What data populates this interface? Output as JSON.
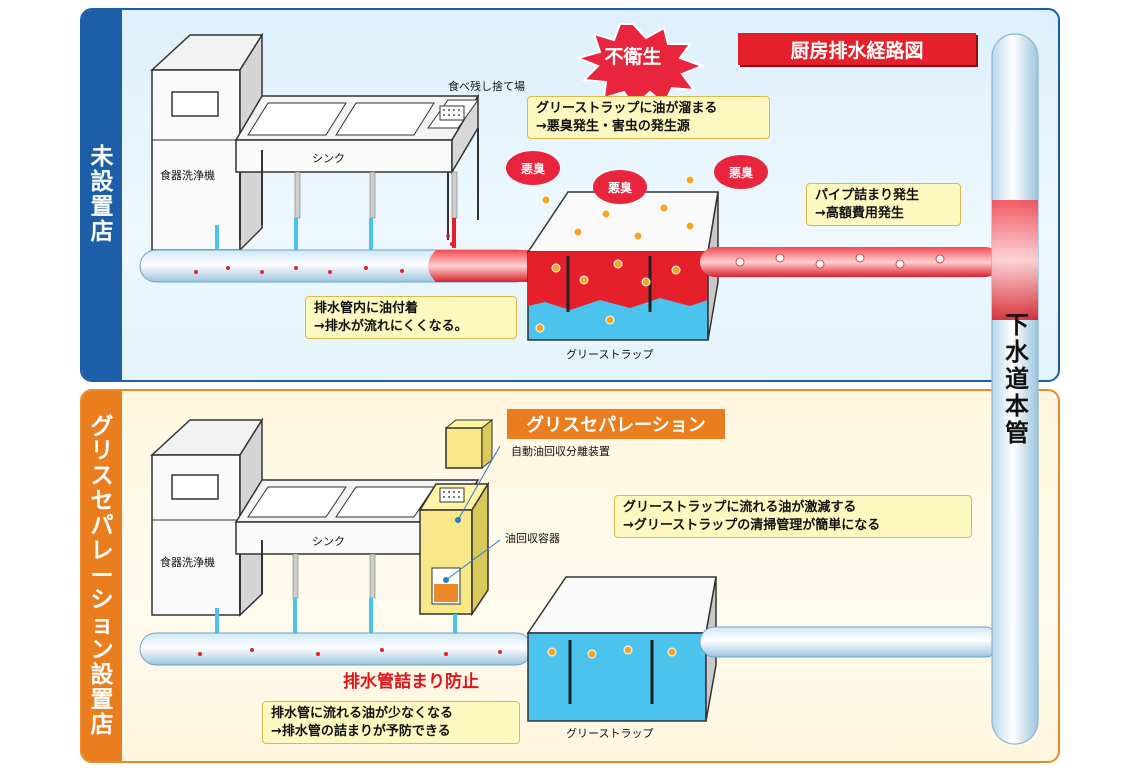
{
  "top_panel": {
    "side_label": "未設置店",
    "title": "厨房排水経路図",
    "burst": "不衛生",
    "smell_label": "悪臭",
    "dishwasher": "食器洗浄機",
    "sink": "シンク",
    "waste": "食べ残し捨て場",
    "grease_trap": "グリーストラップ",
    "note_trap": [
      "グリーストラップに油が溜まる",
      "→悪臭発生・害虫の発生源"
    ],
    "note_pipe": [
      "パイプ詰まり発生",
      "→高額費用発生"
    ],
    "note_drain": [
      "排水管内に油付着",
      "→排水が流れにくくなる。"
    ]
  },
  "bottom_panel": {
    "side_label": "グリスセパレーション設置店",
    "badge": "グリスセパレーション",
    "device": "自動油回収分離装置",
    "container": "油回収容器",
    "dishwasher": "食器洗浄機",
    "sink": "シンク",
    "grease_trap": "グリーストラップ",
    "note_trap": [
      "グリーストラップに流れる油が激減する",
      "→グリーストラップの清掃管理が簡単になる"
    ],
    "prevent": "排水管詰まり防止",
    "note_drain": [
      "排水管に流れる油が少なくなる",
      "→排水管の詰まりが予防できる"
    ]
  },
  "main_pipe": "下水道本管",
  "colors": {
    "blue": "#1c5fa8",
    "orange": "#ea7e1f",
    "red": "#e5202a",
    "water": "#4cc3ec",
    "note": "#fdf7c0"
  }
}
